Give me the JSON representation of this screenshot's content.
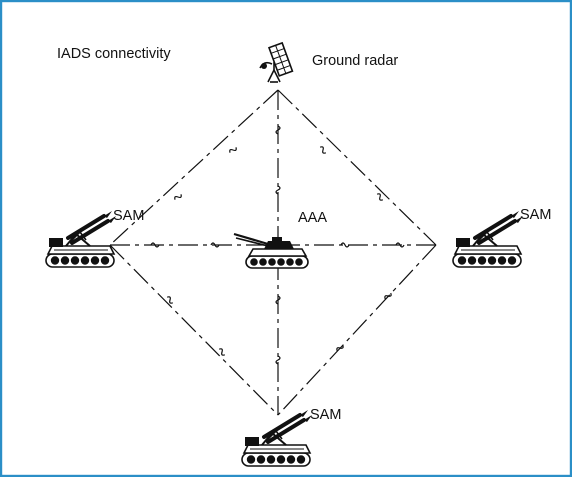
{
  "title": "IADS connectivity",
  "nodes": {
    "radar_label": "Ground radar",
    "sam_left_label": "SAM",
    "sam_right_label": "SAM",
    "sam_bottom_label": "SAM",
    "aaa_label": "AAA"
  },
  "icons": {
    "radar": "radar-dish-icon",
    "sam": "sam-launcher-vehicle-icon",
    "aaa": "tank-icon"
  },
  "colors": {
    "border": "#2b8fc7",
    "line": "#111111",
    "text": "#111111"
  }
}
